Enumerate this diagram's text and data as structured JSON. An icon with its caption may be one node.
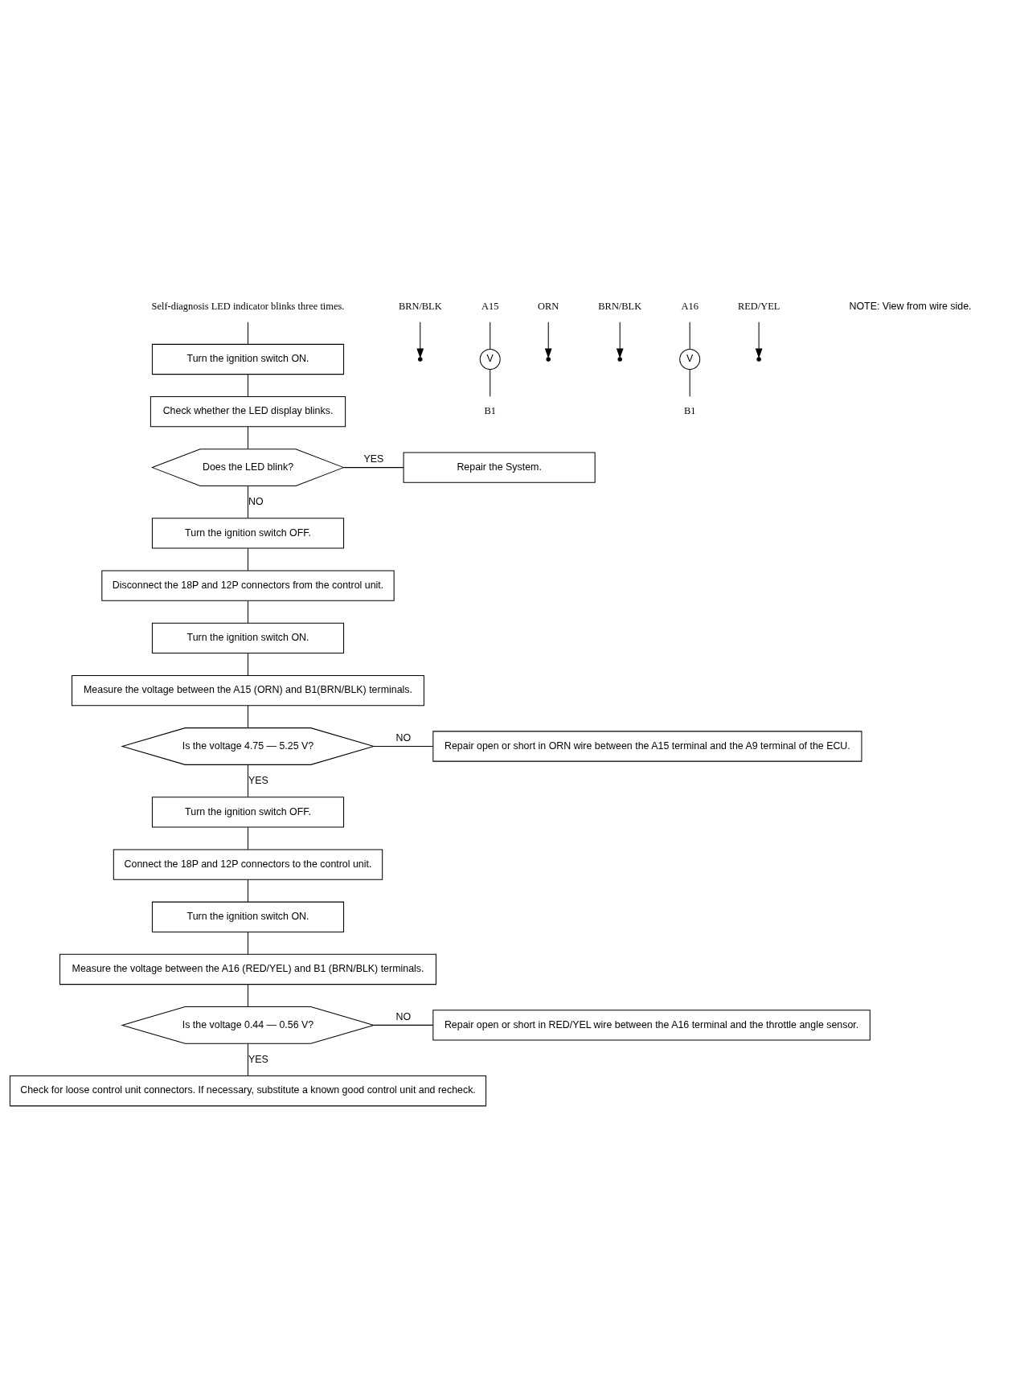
{
  "diagram": {
    "nodes": [
      {
        "text": [
          "Self-diagnosis LED indicator blinks three times."
        ]
      },
      {
        "text": [
          "Turn the ignition switch ON."
        ]
      },
      {
        "text": [
          "Check whether the LED display blinks."
        ]
      },
      {
        "text": [
          "Does the LED blink?"
        ]
      },
      {
        "text": [
          "Repair the System."
        ]
      },
      {
        "text": [
          "Turn the ignition switch OFF."
        ]
      },
      {
        "text": [
          "Disconnect the 18P and 12P connectors from the control unit."
        ]
      },
      {
        "text": [
          "Turn the ignition switch ON."
        ]
      },
      {
        "text": [
          "Measure the voltage between the A15 (ORN) and B1(BRN/BLK) terminals."
        ]
      },
      {
        "text": [
          "Is the voltage 4.75 — 5.25 V?"
        ]
      },
      {
        "text": [
          "Repair open or short in ORN wire between the A15 terminal and the A9 terminal of the ECU."
        ]
      },
      {
        "text": [
          "Turn the ignition switch OFF."
        ]
      },
      {
        "text": [
          "Connect the 18P and 12P connectors to the control unit."
        ]
      },
      {
        "text": [
          "Turn the ignition switch ON."
        ]
      },
      {
        "text": [
          "Measure the voltage between the A16 (RED/YEL) and B1 (BRN/BLK) terminals."
        ]
      },
      {
        "text": [
          "Is the voltage 0.44 — 0.56 V?"
        ]
      },
      {
        "text": [
          "Repair open or short in RED/YEL wire between the A16 terminal and the throttle angle sensor."
        ]
      },
      {
        "text": [
          "Check for loose control unit connectors. If necessary, substitute a known good control unit and recheck."
        ]
      },
      {
        "text": [
          "BRN/BLK"
        ]
      },
      {
        "text": [
          "B1"
        ]
      },
      {
        "text": [
          "ORN"
        ]
      },
      {
        "text": [
          "A15"
        ]
      },
      {
        "text": [
          "V"
        ]
      },
      {
        "text": [
          "BRN/BLK"
        ]
      },
      {
        "text": [
          "B1"
        ]
      },
      {
        "text": [
          "RED/YEL"
        ]
      },
      {
        "text": [
          "A16"
        ]
      },
      {
        "text": [
          "V"
        ]
      }
    ],
    "edges": [
      {
        "from": 0,
        "to": 1,
        "arrow": "none"
      },
      {
        "from": 1,
        "to": 2,
        "arrow": "none"
      },
      {
        "from": 2,
        "to": 3,
        "arrow": "none"
      },
      {
        "from": 3,
        "to": 4,
        "arrow": "none",
        "label": "YES"
      },
      {
        "from": 3,
        "to": 5,
        "arrow": "none",
        "label": "NO"
      },
      {
        "from": 5,
        "to": 6,
        "arrow": "none"
      },
      {
        "from": 6,
        "to": 7,
        "arrow": "none"
      },
      {
        "from": 7,
        "to": 8,
        "arrow": "none"
      },
      {
        "from": 8,
        "to": 9,
        "arrow": "none"
      },
      {
        "from": 9,
        "to": 10,
        "arrow": "none",
        "label": "NO"
      },
      {
        "from": 9,
        "to": 11,
        "arrow": "none",
        "label": "YES"
      },
      {
        "from": 11,
        "to": 12,
        "arrow": "none"
      },
      {
        "from": 12,
        "to": 13,
        "arrow": "none"
      },
      {
        "from": 13,
        "to": 14,
        "arrow": "none"
      },
      {
        "from": 14,
        "to": 15,
        "arrow": "none"
      },
      {
        "from": 15,
        "to": 16,
        "arrow": "none",
        "label": "NO"
      },
      {
        "from": 15,
        "to": 17,
        "arrow": "none",
        "label": "YES"
      },
      {
        "from": 18,
        "to": null,
        "arrow": "to"
      },
      {
        "from": 20,
        "to": null,
        "arrow": "to"
      },
      {
        "from": 21,
        "to": 22,
        "arrow": "none"
      },
      {
        "from": 22,
        "to": 19,
        "arrow": "none"
      },
      {
        "from": 23,
        "to": null,
        "arrow": "to"
      },
      {
        "from": 25,
        "to": null,
        "arrow": "to"
      },
      {
        "from": 26,
        "to": 27,
        "arrow": "none"
      },
      {
        "from": 27,
        "to": 24,
        "arrow": "none"
      }
    ],
    "labels": [
      "NOTE: View from wire side."
    ]
  }
}
